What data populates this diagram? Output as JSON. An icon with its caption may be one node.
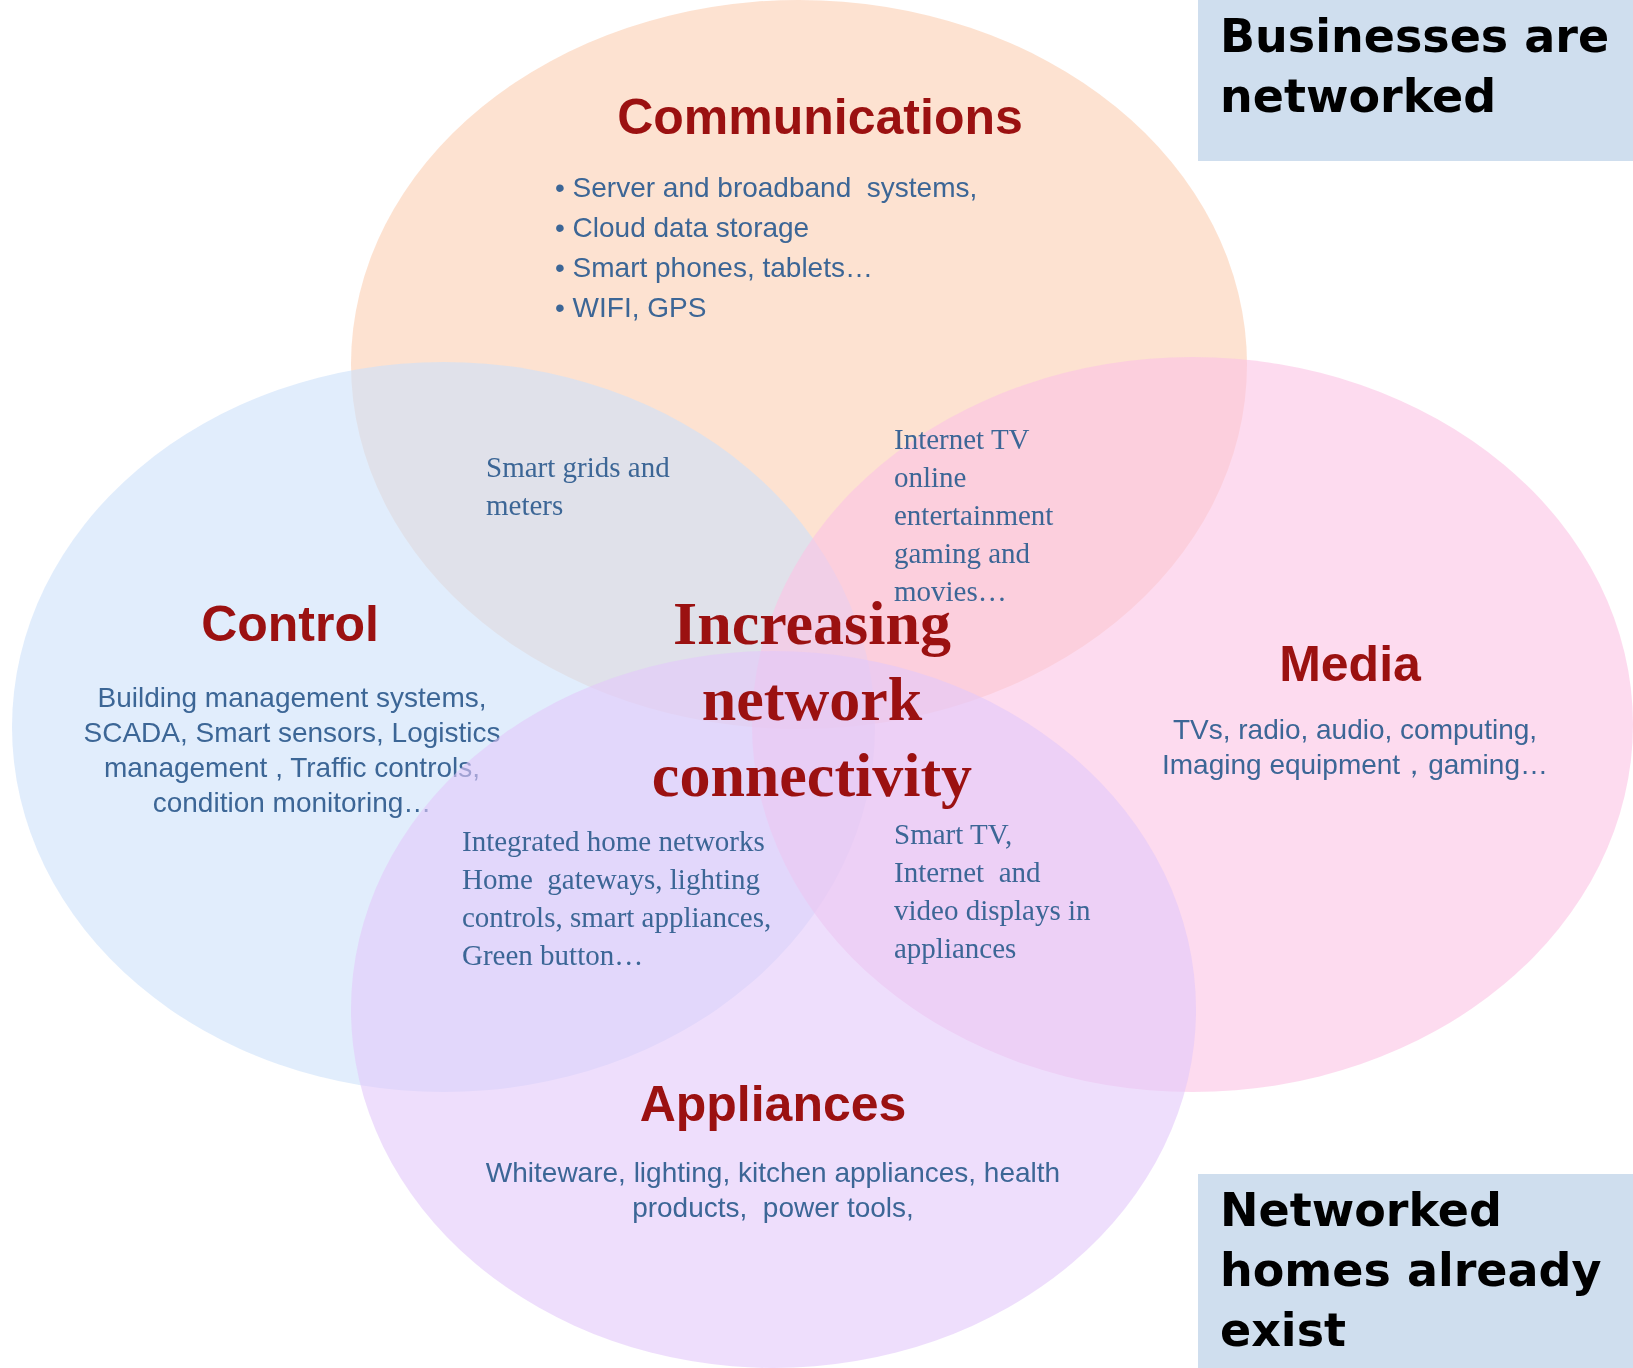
{
  "diagram": {
    "nodes": [
      {
        "text": [
          "Communications",
          "• Server and broadband  systems,",
          "• Cloud data storage",
          "• Smart phones, tablets…",
          "• WIFI, GPS"
        ]
      },
      {
        "text": [
          "Control",
          "Building management systems, SCADA, Smart sensors, Logistics management , Traffic controls, condition monitoring…"
        ]
      },
      {
        "text": [
          "Media",
          "TVs, radio, audio, computing, Imaging equipment，gaming…"
        ]
      },
      {
        "text": [
          "Appliances",
          "Whiteware, lighting, kitchen appliances, health products,  power tools,"
        ]
      },
      {
        "text": [
          "Businesses are networked"
        ]
      },
      {
        "text": [
          "Networked homes already exist"
        ]
      }
    ],
    "edges": [],
    "labels": [
      "Smart grids and meters",
      "Internet TV online entertainment gaming and movies…",
      "Increasing network connectivity",
      "Integrated home networks",
      "Home  gateways, lighting controls, smart appliances,",
      "Green button…",
      "Smart TV, Internet  and video displays in appliances"
    ]
  }
}
